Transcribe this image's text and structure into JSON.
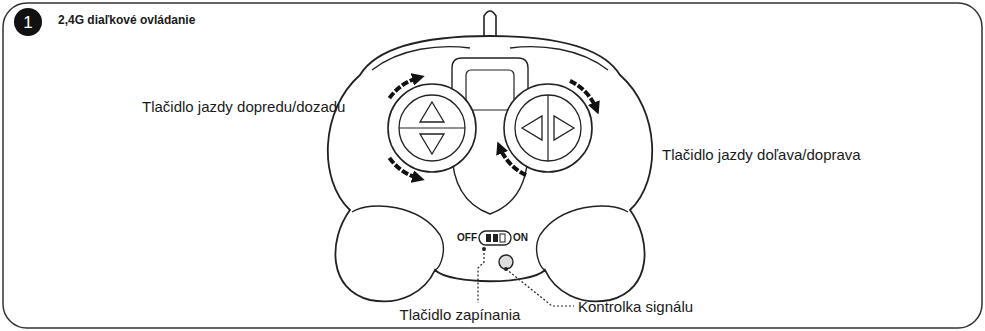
{
  "diagram": {
    "title": "2,4G diaľkové ovládanie",
    "nodes": [
      {
        "text": [
          "1"
        ]
      }
    ],
    "labels": [
      "Tlačidlo jazdy dopredu/dozadu",
      "Tlačidlo jazdy doľava/doprava",
      "OFF",
      "ON",
      "Tlačidlo zapínania",
      "Kontrolka signálu"
    ]
  }
}
